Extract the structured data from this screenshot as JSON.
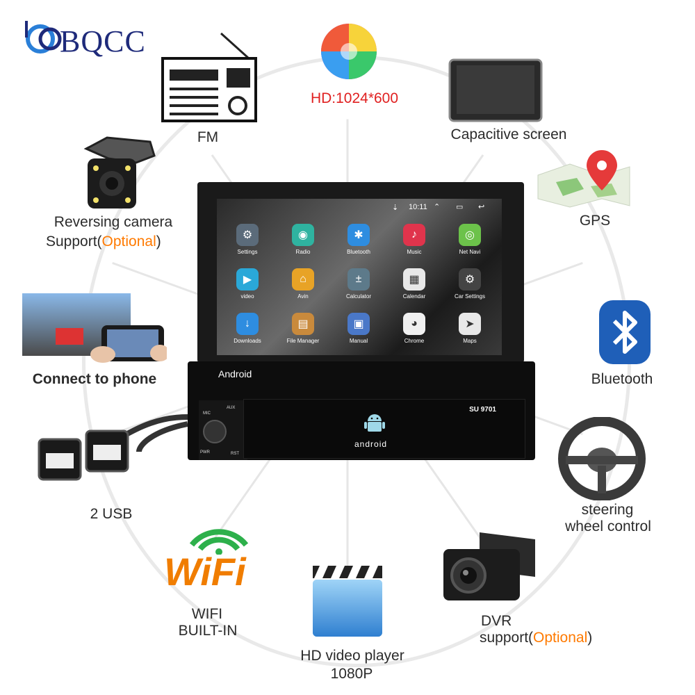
{
  "brand": {
    "name": "BQCC"
  },
  "features": {
    "fm": "FM",
    "hd": "HD:1024*600",
    "capacitive": "Capacitive screen",
    "gps": "GPS",
    "bluetooth": "Bluetooth",
    "steering_line1": "steering",
    "steering_line2": "wheel control",
    "dvr_line1": "DVR",
    "dvr_line2_prefix": "support(",
    "dvr_optional": "Optional",
    "dvr_line2_suffix": ")",
    "hd_video_line1": "HD video player",
    "hd_video_line2": "1080P",
    "wifi_logo": "WiFi",
    "wifi_line1": "WIFI",
    "wifi_line2": "BUILT-IN",
    "usb": "2 USB",
    "connect_phone": "Connect to phone",
    "reversing_line1": "Reversing camera",
    "reversing_line2_prefix": "Support(",
    "reversing_optional": "Optional",
    "reversing_line2_suffix": ")"
  },
  "device": {
    "time": "10:11",
    "brand_label": "Android",
    "model": "SU 9701",
    "android_logo_text": "android",
    "mic": "MIC",
    "aux": "AUX",
    "pwr": "PWR",
    "rst": "RST",
    "apps": [
      {
        "label": "Settings",
        "color": "#5b6b7a",
        "glyph": "⚙"
      },
      {
        "label": "Radio",
        "color": "#2fb3a0",
        "glyph": "◉"
      },
      {
        "label": "Bluetooth",
        "color": "#2e8de0",
        "glyph": "✱"
      },
      {
        "label": "Music",
        "color": "#e0344c",
        "glyph": "♪"
      },
      {
        "label": "Net Navi",
        "color": "#6cc24a",
        "glyph": "◎"
      },
      {
        "label": "video",
        "color": "#2aa8d8",
        "glyph": "▶"
      },
      {
        "label": "Avin",
        "color": "#e8a326",
        "glyph": "⌂"
      },
      {
        "label": "Calculator",
        "color": "#5d7a8a",
        "glyph": "±"
      },
      {
        "label": "Calendar",
        "color": "#e8e8e8",
        "glyph": "▦"
      },
      {
        "label": "Car Settings",
        "color": "#444444",
        "glyph": "⚙"
      },
      {
        "label": "Downloads",
        "color": "#2e8de0",
        "glyph": "↓"
      },
      {
        "label": "File Manager",
        "color": "#c98a3c",
        "glyph": "▤"
      },
      {
        "label": "Manual",
        "color": "#4a78c8",
        "glyph": "▣"
      },
      {
        "label": "Chrome",
        "color": "#f0f0f0",
        "glyph": "◕"
      },
      {
        "label": "Maps",
        "color": "#e8e8e8",
        "glyph": "➤"
      }
    ]
  },
  "colors": {
    "optional": "#ff7a00",
    "hd": "#e02020",
    "brand": "#1e2a7a",
    "bluetooth": "#1f5fb8"
  }
}
